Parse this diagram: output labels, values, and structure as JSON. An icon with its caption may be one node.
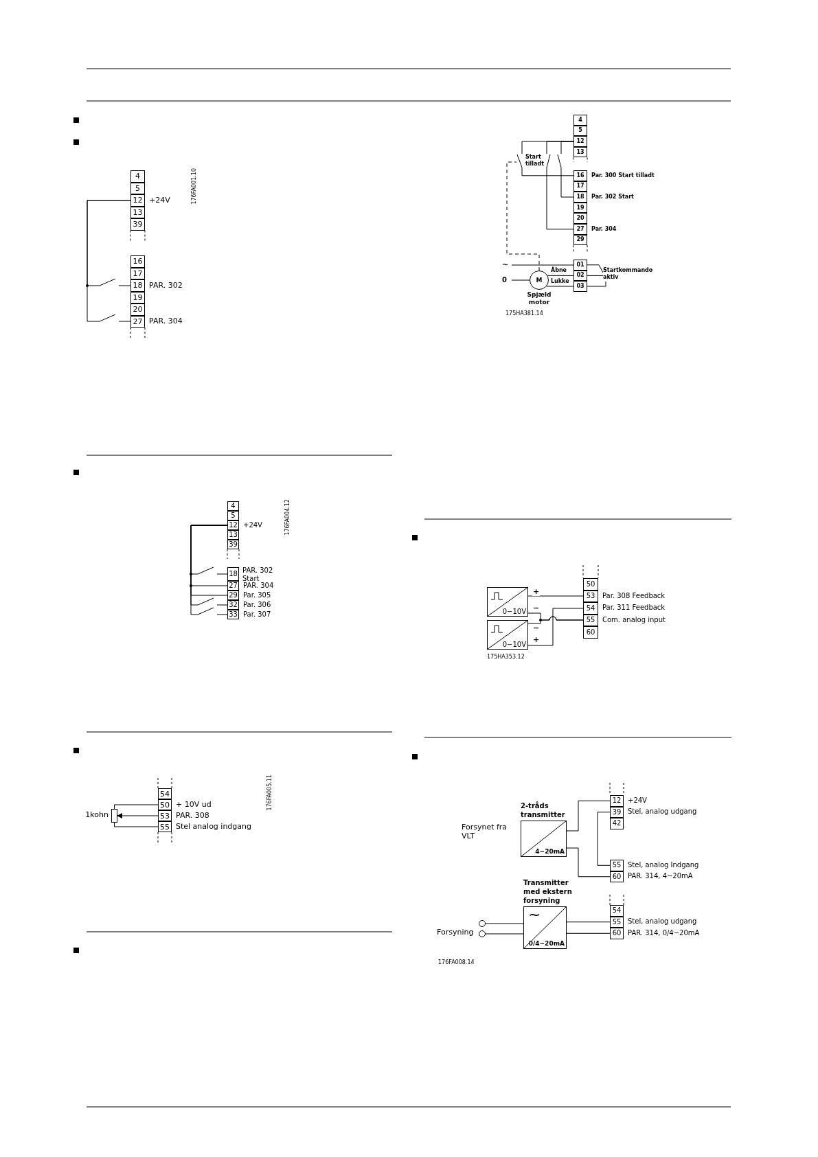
{
  "diagram": {
    "nodes": [
      {
        "text": [
          "4"
        ]
      },
      {
        "text": [
          "5"
        ]
      },
      {
        "text": [
          "12"
        ],
        "beside": [
          "+24V"
        ]
      },
      {
        "text": [
          "13"
        ]
      },
      {
        "text": [
          "39"
        ]
      },
      {
        "text": [
          "16"
        ]
      },
      {
        "text": [
          "17"
        ]
      },
      {
        "text": [
          "18"
        ],
        "beside": [
          "PAR. 302"
        ]
      },
      {
        "text": [
          "19"
        ]
      },
      {
        "text": [
          "20"
        ]
      },
      {
        "text": [
          "27"
        ],
        "beside": [
          "PAR. 304"
        ]
      },
      {
        "text": [],
        "shape": "switch"
      },
      {
        "text": [],
        "shape": "switch"
      },
      {
        "text": [
          "4"
        ]
      },
      {
        "text": [
          "5"
        ]
      },
      {
        "text": [
          "12"
        ],
        "beside": [
          "+24V"
        ]
      },
      {
        "text": [
          "13"
        ]
      },
      {
        "text": [
          "39"
        ]
      },
      {
        "text": [
          "18"
        ],
        "beside": [
          "PAR. 302 Start"
        ]
      },
      {
        "text": [
          "27"
        ],
        "beside": [
          "PAR. 304"
        ]
      },
      {
        "text": [
          "29"
        ],
        "beside": [
          "Par. 305"
        ]
      },
      {
        "text": [
          "32"
        ],
        "beside": [
          "Par. 306"
        ]
      },
      {
        "text": [
          "33"
        ],
        "beside": [
          "Par. 307"
        ]
      },
      {
        "text": [],
        "shape": "switch"
      },
      {
        "text": [],
        "shape": "switch"
      },
      {
        "text": [],
        "shape": "switch"
      },
      {
        "text": [
          "54"
        ]
      },
      {
        "text": [
          "50"
        ],
        "beside": [
          "+ 10V ud"
        ]
      },
      {
        "text": [
          "53"
        ],
        "beside": [
          "PAR. 308"
        ]
      },
      {
        "text": [
          "55"
        ],
        "beside": [
          "Stel analog indgang"
        ]
      },
      {
        "text": [],
        "shape": "resistor",
        "beside": [
          "1kohn"
        ]
      },
      {
        "text": [
          "4"
        ]
      },
      {
        "text": [
          "5"
        ]
      },
      {
        "text": [
          "12"
        ]
      },
      {
        "text": [
          "13"
        ]
      },
      {
        "text": [
          "16"
        ],
        "beside": [
          "Par. 300 Start tilladt"
        ]
      },
      {
        "text": [
          "17"
        ]
      },
      {
        "text": [
          "18"
        ],
        "beside": [
          "Par. 302 Start"
        ]
      },
      {
        "text": [
          "19"
        ]
      },
      {
        "text": [
          "20"
        ]
      },
      {
        "text": [
          "27"
        ],
        "beside": [
          "Par. 304"
        ]
      },
      {
        "text": [
          "29"
        ]
      },
      {
        "text": [
          "01"
        ]
      },
      {
        "text": [
          "02"
        ]
      },
      {
        "text": [
          "03"
        ]
      },
      {
        "text": [
          "Start tilladt"
        ]
      },
      {
        "text": [],
        "shape": "switch"
      },
      {
        "text": [],
        "shape": "switch"
      },
      {
        "text": [
          "~"
        ]
      },
      {
        "text": [
          "0"
        ]
      },
      {
        "text": [
          "M"
        ],
        "beside": [
          "Spjæld motor"
        ]
      },
      {
        "text": [
          "Startkommando aktiv"
        ]
      },
      {
        "text": [
          "50"
        ]
      },
      {
        "text": [
          "53"
        ],
        "beside": [
          "Par. 308 Feedback"
        ]
      },
      {
        "text": [
          "54"
        ],
        "beside": [
          "Par. 311 Feedback"
        ]
      },
      {
        "text": [
          "55"
        ],
        "beside": [
          "Com. analog input"
        ]
      },
      {
        "text": [
          "60"
        ]
      },
      {
        "text": [
          "0−10V"
        ]
      },
      {
        "text": [
          "0−10V"
        ]
      },
      {
        "text": [
          "12"
        ],
        "beside": [
          "+24V"
        ]
      },
      {
        "text": [
          "39"
        ],
        "beside": [
          "Stel, analog udgang"
        ]
      },
      {
        "text": [
          "42"
        ]
      },
      {
        "text": [
          "55"
        ],
        "beside": [
          "Stel, analog Indgang"
        ]
      },
      {
        "text": [
          "60"
        ],
        "beside": [
          "PAR. 314, 4−20mA"
        ]
      },
      {
        "text": [
          "2-tråds transmitter",
          "4−20mA"
        ]
      },
      {
        "text": [
          "54"
        ]
      },
      {
        "text": [
          "55"
        ],
        "beside": [
          "Stel, analog udgang"
        ]
      },
      {
        "text": [
          "60"
        ],
        "beside": [
          "PAR. 314, 0/4−20mA"
        ]
      },
      {
        "text": [
          "Transmitter med ekstern forsyning",
          "~",
          "0/4−20mA"
        ]
      },
      {
        "text": [],
        "shape": "circle"
      },
      {
        "text": [],
        "shape": "circle"
      }
    ],
    "edges": [
      {
        "from": 2,
        "to": 11,
        "arrow": "none"
      },
      {
        "from": 11,
        "to": 7,
        "arrow": "none"
      },
      {
        "from": 2,
        "to": 12,
        "arrow": "none"
      },
      {
        "from": 12,
        "to": 10,
        "arrow": "none"
      },
      {
        "from": 15,
        "to": 23,
        "arrow": "none"
      },
      {
        "from": 23,
        "to": 18,
        "arrow": "none"
      },
      {
        "from": 15,
        "to": 19,
        "arrow": "none"
      },
      {
        "from": 15,
        "to": 20,
        "arrow": "none"
      },
      {
        "from": 15,
        "to": 24,
        "arrow": "none"
      },
      {
        "from": 24,
        "to": 21,
        "arrow": "none"
      },
      {
        "from": 15,
        "to": 25,
        "arrow": "none"
      },
      {
        "from": 25,
        "to": 22,
        "arrow": "none"
      },
      {
        "from": 27,
        "to": 30,
        "arrow": "none"
      },
      {
        "from": 28,
        "to": 30,
        "arrow": "to"
      },
      {
        "from": 29,
        "to": 30,
        "arrow": "none"
      },
      {
        "from": 33,
        "to": 45,
        "arrow": "none"
      },
      {
        "from": 45,
        "to": 35,
        "arrow": "none"
      },
      {
        "from": 33,
        "to": 46,
        "arrow": "none"
      },
      {
        "from": 46,
        "to": 40,
        "arrow": "none"
      },
      {
        "from": 33,
        "to": 47,
        "arrow": "none"
      },
      {
        "from": 47,
        "to": 37,
        "arrow": "none"
      },
      {
        "from": 48,
        "to": 42,
        "arrow": "none"
      },
      {
        "from": 49,
        "to": 50,
        "arrow": "none"
      },
      {
        "from": 50,
        "to": 43,
        "arrow": "none",
        "label": "Åbne"
      },
      {
        "from": 50,
        "to": 44,
        "arrow": "none",
        "label": "Lukke"
      },
      {
        "from": 50,
        "to": 45,
        "arrow": "none",
        "style": "dashed"
      },
      {
        "from": 42,
        "to": 51,
        "arrow": "none"
      },
      {
        "from": 43,
        "to": 51,
        "arrow": "none"
      },
      {
        "from": 44,
        "to": 51,
        "arrow": "none"
      },
      {
        "from": 57,
        "to": 53,
        "arrow": "none",
        "label": "+"
      },
      {
        "from": 57,
        "to": 55,
        "arrow": "none",
        "label": "−"
      },
      {
        "from": 58,
        "to": 55,
        "arrow": "none",
        "label": "−"
      },
      {
        "from": 58,
        "to": 54,
        "arrow": "none",
        "label": "+"
      },
      {
        "from": 64,
        "to": 59,
        "arrow": "none"
      },
      {
        "from": 64,
        "to": 63,
        "arrow": "none"
      },
      {
        "from": 60,
        "to": 62,
        "arrow": "none"
      },
      {
        "from": 69,
        "to": 68,
        "arrow": "none"
      },
      {
        "from": 70,
        "to": 68,
        "arrow": "none"
      },
      {
        "from": 68,
        "to": 66,
        "arrow": "none"
      },
      {
        "from": 68,
        "to": 67,
        "arrow": "none"
      }
    ],
    "labels": [
      "176FA001.10",
      "176FA004.12",
      "176FA005.11",
      "175HA381.14",
      "175HA353.12",
      "Forsynet fra VLT",
      "Forsyning",
      "176FA008.14"
    ]
  }
}
